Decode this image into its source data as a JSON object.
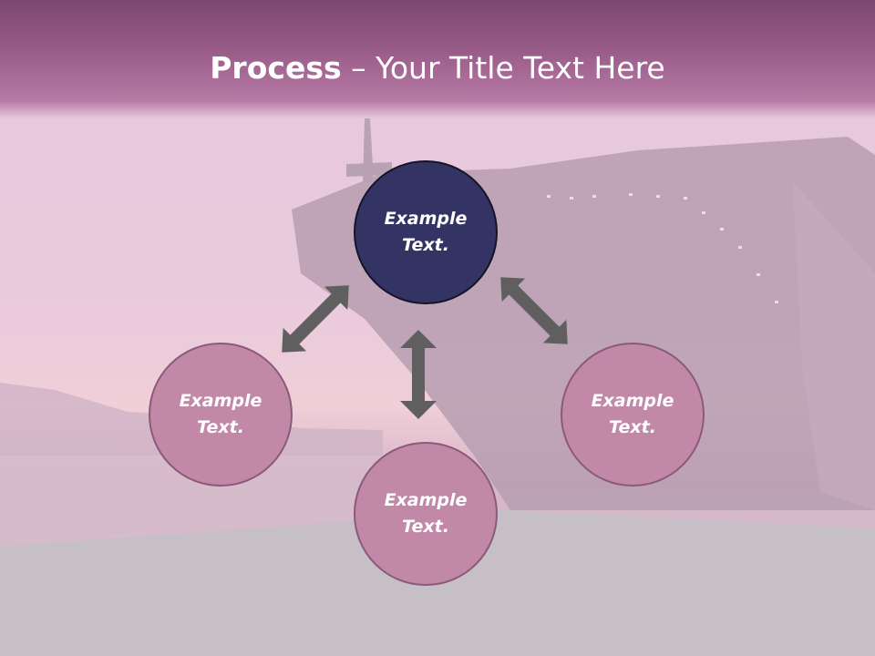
{
  "title": {
    "bold": "Process",
    "separator": " – ",
    "rest": "Your Title Text Here"
  },
  "nodes": {
    "top": "Example Text.",
    "left": "Example Text.",
    "right": "Example Text.",
    "bottom": "Example Text."
  },
  "colors": {
    "title_band": "#9b5d8a",
    "dark_circle": "#343464",
    "pink_circle": "#c188a8",
    "arrow": "#5f5f5f"
  },
  "icons": [
    "double-arrow-icon"
  ]
}
